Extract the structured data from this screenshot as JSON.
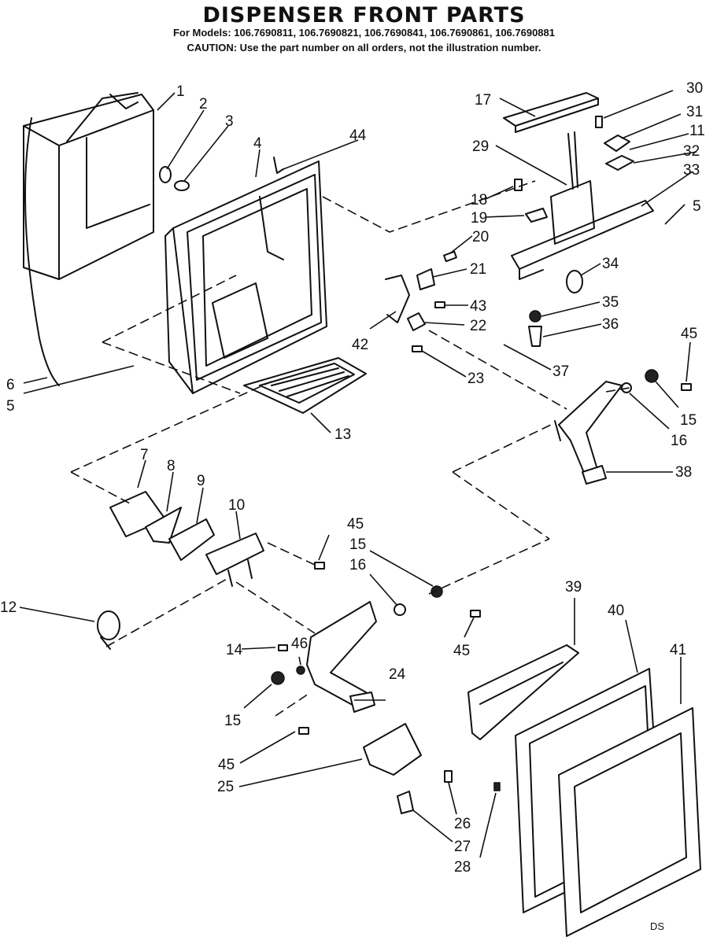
{
  "header": {
    "title": "DISPENSER FRONT PARTS",
    "models": "For Models: 106.7690811, 106.7690821, 106.7690841, 106.7690861, 106.7690881",
    "caution": "CAUTION: Use the part number on all orders, not the illustration number."
  },
  "labels": {
    "l1": "1",
    "l2": "2",
    "l3": "3",
    "l4": "4",
    "l5a": "5",
    "l5b": "5",
    "l6": "6",
    "l7": "7",
    "l8": "8",
    "l9": "9",
    "l10": "10",
    "l11": "11",
    "l12": "12",
    "l13": "13",
    "l14": "14",
    "l15a": "15",
    "l15b": "15",
    "l15c": "15",
    "l16a": "16",
    "l16b": "16",
    "l17": "17",
    "l18": "18",
    "l19": "19",
    "l20": "20",
    "l21": "21",
    "l22": "22",
    "l23": "23",
    "l24": "24",
    "l25": "25",
    "l26": "26",
    "l27": "27",
    "l28": "28",
    "l29": "29",
    "l30": "30",
    "l31": "31",
    "l32": "32",
    "l33": "33",
    "l34": "34",
    "l35": "35",
    "l36": "36",
    "l37": "37",
    "l38": "38",
    "l39": "39",
    "l40": "40",
    "l41": "41",
    "l42": "42",
    "l43": "43",
    "l44": "44",
    "l45a": "45",
    "l45b": "45",
    "l45c": "45",
    "l45d": "45",
    "l46": "46"
  },
  "footer": {
    "code": "DS"
  }
}
